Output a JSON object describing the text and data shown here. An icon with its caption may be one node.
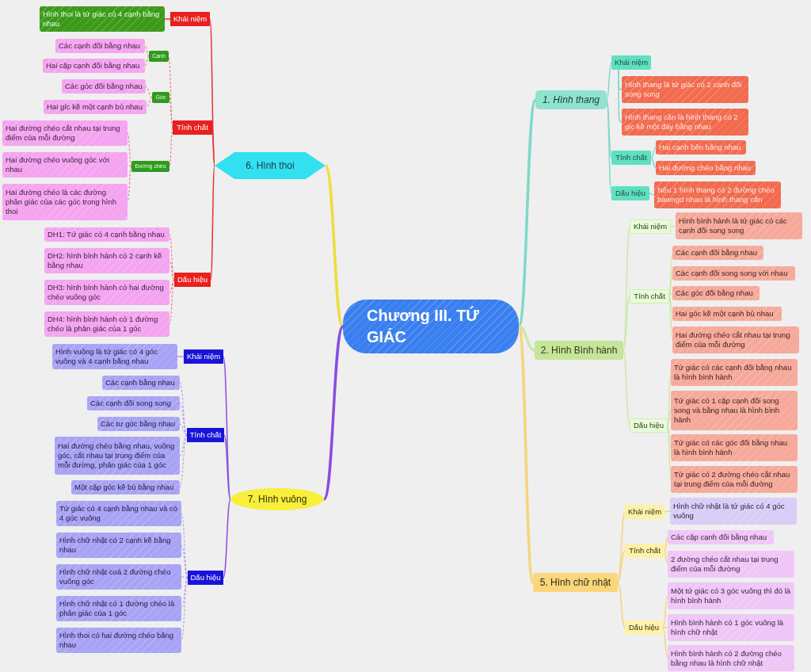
{
  "diagram": {
    "nodes": [
      {
        "text": [
          "Chương III. TỨ GIÁC"
        ]
      },
      {
        "text": [
          "1. Hình thang"
        ]
      },
      {
        "text": [
          "Khái niệm"
        ]
      },
      {
        "text": [
          "Hình thang là tứ giác có 2 canh đối song song"
        ]
      },
      {
        "text": [
          "Hình thang cân là hình thang có 2 gic kề một đáy bằng nhau"
        ]
      },
      {
        "text": [
          "Tính chất"
        ]
      },
      {
        "text": [
          "Hai cạnh bên bằng nhau"
        ]
      },
      {
        "text": [
          "Hai đường chéo bằng nhau"
        ]
      },
      {
        "text": [
          "Dấu hiệu"
        ]
      },
      {
        "text": [
          "Nếu 1 hình thang có 2 đường chéo bawngd nhau là hình thang cân"
        ]
      },
      {
        "text": [
          "2. Hình Bình hành"
        ]
      },
      {
        "text": [
          "Khái niệm"
        ]
      },
      {
        "text": [
          "Hình bình hành là tứ giác có các cạnh đối song song"
        ]
      },
      {
        "text": [
          "Tính chất"
        ]
      },
      {
        "text": [
          "Các cạnh đối bằng nhau"
        ]
      },
      {
        "text": [
          "Các cạnh đối song song với nhau"
        ]
      },
      {
        "text": [
          "Các góc đối bằng nhau"
        ]
      },
      {
        "text": [
          "Hai góc kề một cạnh bù nhau"
        ]
      },
      {
        "text": [
          "Hai đường chéo cắt nhau tại trung điểm của mỗi đường"
        ]
      },
      {
        "text": [
          "Dấu hiệu"
        ]
      },
      {
        "text": [
          "Tứ giác có các cạnh đối bằng nhau là hình bình hành"
        ]
      },
      {
        "text": [
          "Tứ giác có 1 cặp cạnh đối song song và bằng nhau là hình bình hành"
        ]
      },
      {
        "text": [
          "Tứ giác có các góc đối bằng nhau là hình bình hành"
        ]
      },
      {
        "text": [
          "Tứ giác có 2 đường chéo cắt nhau tại trung điểm của mỗi đường"
        ]
      },
      {
        "text": [
          "5. Hình chữ nhật"
        ]
      },
      {
        "text": [
          "Khái niệm"
        ]
      },
      {
        "text": [
          "Hình chữ nhật là tứ giác có 4 góc vuông"
        ]
      },
      {
        "text": [
          "Tính chất"
        ]
      },
      {
        "text": [
          "Các cặp cạnh đối bằng nhau"
        ]
      },
      {
        "text": [
          "2 đường chéo cắt nhau tại trung điểm của mỗi đường"
        ]
      },
      {
        "text": [
          "Dấu hiệu"
        ]
      },
      {
        "text": [
          "Một tứ giác có 3 góc vuông thì đó là hình bình hành"
        ]
      },
      {
        "text": [
          "Hình bình hành có 1 góc vuông là hình chữ nhật"
        ]
      },
      {
        "text": [
          "Hình bình hành có 2 đường chéo bằng nhau là hình chữ nhật"
        ]
      },
      {
        "text": [
          "6. Hình thoi"
        ]
      },
      {
        "text": [
          "Khái niệm"
        ]
      },
      {
        "text": [
          "Hình thoi là tứ giác có 4 cạnh bằng nhau"
        ]
      },
      {
        "text": [
          "Tính chất"
        ]
      },
      {
        "text": [
          "Cạnh"
        ]
      },
      {
        "text": [
          "Các cạnh đối bằng nhau"
        ]
      },
      {
        "text": [
          "Hai cặp cạnh đối bằng nhau"
        ]
      },
      {
        "text": [
          "Góc"
        ]
      },
      {
        "text": [
          "Các góc đối bằng nhau"
        ]
      },
      {
        "text": [
          "Hai gíc kề một cạnh bù nhau"
        ]
      },
      {
        "text": [
          "Đường chéo"
        ]
      },
      {
        "text": [
          "Hai đường chéo cắt nhau tại trung điểm của mỗi đường"
        ]
      },
      {
        "text": [
          "Hai đường chéo vuông góc với nhau"
        ]
      },
      {
        "text": [
          "Hai đường chéo là các đường phân giác của các góc trong hình thoi"
        ]
      },
      {
        "text": [
          "Dấu hiệu"
        ]
      },
      {
        "text": [
          "DH1: Tứ giác có 4 cạnh bằng nhau"
        ]
      },
      {
        "text": [
          "DH2: hình bình hành có 2 cạnh kề bằng nhau"
        ]
      },
      {
        "text": [
          "DH3: hình bình hành có hai đường chéo vuông góc"
        ]
      },
      {
        "text": [
          "DH4: hình bình hành có 1 đường chéo là phân giác của 1 góc"
        ]
      },
      {
        "text": [
          "7. Hình vuông"
        ]
      },
      {
        "text": [
          "Khái niệm"
        ]
      },
      {
        "text": [
          "Hình vuông là tứ giác có 4 góc vuông và 4 cạnh bằng nhau"
        ]
      },
      {
        "text": [
          "Tính chất"
        ]
      },
      {
        "text": [
          "Các cạnh bằng nhau"
        ]
      },
      {
        "text": [
          "Các cạnh đối song song"
        ]
      },
      {
        "text": [
          "Các tư góc bằng nhau"
        ]
      },
      {
        "text": [
          "Hai đường chéo bằng nhau, vuông góc, cắt nhau tại trung điểm của mỗi đường, phân giác của 1 góc"
        ]
      },
      {
        "text": [
          "Một cặp góc kề bù bằng nhau"
        ]
      },
      {
        "text": [
          "Dấu hiệu"
        ]
      },
      {
        "text": [
          "Tứ giác có 4 cạnh bằng nhau và có 4 góc vuông"
        ]
      },
      {
        "text": [
          "Hình chữ nhật có 2 cạnh kề bằng nhau"
        ]
      },
      {
        "text": [
          "Hình chữ nhật coá 2 đường chéo vuông góc"
        ]
      },
      {
        "text": [
          "Hình chữ nhật có 1 đường chéo là phân giác của 1 góc"
        ]
      },
      {
        "text": [
          "Hình thoi có hai đường chéo bằng nhau"
        ]
      }
    ],
    "edges": [
      {
        "from": 0,
        "to": 1,
        "arrow": "none",
        "style": "thick",
        "color": "#7fd9c7"
      },
      {
        "from": 1,
        "to": 2,
        "arrow": "none",
        "color": "#7fd9c7"
      },
      {
        "from": 2,
        "to": 3,
        "arrow": "none",
        "color": "#7fd9c7"
      },
      {
        "from": 2,
        "to": 4,
        "arrow": "none",
        "color": "#7fd9c7"
      },
      {
        "from": 1,
        "to": 5,
        "arrow": "none",
        "color": "#7fd9c7"
      },
      {
        "from": 5,
        "to": 6,
        "arrow": "none",
        "color": "#7fd9c7"
      },
      {
        "from": 5,
        "to": 7,
        "arrow": "none",
        "color": "#7fd9c7"
      },
      {
        "from": 1,
        "to": 8,
        "arrow": "none",
        "color": "#7fd9c7"
      },
      {
        "from": 8,
        "to": 9,
        "arrow": "none",
        "color": "#7fd9c7"
      },
      {
        "from": 0,
        "to": 10,
        "arrow": "none",
        "style": "thick",
        "color": "#cde8a8"
      },
      {
        "from": 10,
        "to": 11,
        "arrow": "none",
        "color": "#cde8a8"
      },
      {
        "from": 11,
        "to": 12,
        "arrow": "none",
        "color": "#cde8a8"
      },
      {
        "from": 10,
        "to": 13,
        "arrow": "none",
        "color": "#cde8a8"
      },
      {
        "from": 13,
        "to": 14,
        "arrow": "none",
        "color": "#cde8a8"
      },
      {
        "from": 13,
        "to": 15,
        "arrow": "none",
        "color": "#cde8a8"
      },
      {
        "from": 13,
        "to": 16,
        "arrow": "none",
        "color": "#cde8a8"
      },
      {
        "from": 13,
        "to": 17,
        "arrow": "none",
        "color": "#cde8a8"
      },
      {
        "from": 13,
        "to": 18,
        "arrow": "none",
        "color": "#cde8a8"
      },
      {
        "from": 10,
        "to": 19,
        "arrow": "none",
        "color": "#cde8a8"
      },
      {
        "from": 19,
        "to": 20,
        "arrow": "none",
        "color": "#cde8a8"
      },
      {
        "from": 19,
        "to": 21,
        "arrow": "none",
        "color": "#cde8a8"
      },
      {
        "from": 19,
        "to": 22,
        "arrow": "none",
        "color": "#cde8a8"
      },
      {
        "from": 19,
        "to": 23,
        "arrow": "none",
        "color": "#cde8a8"
      },
      {
        "from": 0,
        "to": 24,
        "arrow": "none",
        "style": "thick",
        "color": "#f5d57a"
      },
      {
        "from": 24,
        "to": 25,
        "arrow": "none",
        "color": "#f5d57a"
      },
      {
        "from": 25,
        "to": 26,
        "arrow": "none",
        "color": "#f5d57a"
      },
      {
        "from": 24,
        "to": 27,
        "arrow": "none",
        "color": "#f5d57a"
      },
      {
        "from": 27,
        "to": 28,
        "arrow": "none",
        "color": "#f5d57a"
      },
      {
        "from": 27,
        "to": 29,
        "arrow": "none",
        "color": "#f5d57a"
      },
      {
        "from": 24,
        "to": 30,
        "arrow": "none",
        "color": "#f5d57a"
      },
      {
        "from": 30,
        "to": 31,
        "arrow": "none",
        "color": "#f5d57a"
      },
      {
        "from": 30,
        "to": 32,
        "arrow": "none",
        "color": "#f5d57a"
      },
      {
        "from": 30,
        "to": 33,
        "arrow": "none",
        "color": "#f5d57a"
      },
      {
        "from": 0,
        "to": 34,
        "arrow": "none",
        "style": "thick",
        "color": "#f0dc3c"
      },
      {
        "from": 34,
        "to": 35,
        "arrow": "none",
        "color": "#e83030"
      },
      {
        "from": 35,
        "to": 36,
        "arrow": "none",
        "color": "#e83030"
      },
      {
        "from": 34,
        "to": 37,
        "arrow": "none",
        "color": "#e83030"
      },
      {
        "from": 37,
        "to": 38,
        "arrow": "none",
        "style": "dashed",
        "color": "#e87070"
      },
      {
        "from": 38,
        "to": 39,
        "arrow": "none",
        "style": "dashed",
        "color": "#e87070"
      },
      {
        "from": 38,
        "to": 40,
        "arrow": "none",
        "style": "dashed",
        "color": "#e87070"
      },
      {
        "from": 37,
        "to": 41,
        "arrow": "none",
        "style": "dashed",
        "color": "#e87070"
      },
      {
        "from": 41,
        "to": 42,
        "arrow": "none",
        "style": "dashed",
        "color": "#e87070"
      },
      {
        "from": 41,
        "to": 43,
        "arrow": "none",
        "style": "dashed",
        "color": "#e87070"
      },
      {
        "from": 37,
        "to": 44,
        "arrow": "none",
        "style": "dashed",
        "color": "#e87070"
      },
      {
        "from": 44,
        "to": 45,
        "arrow": "none",
        "style": "dashed",
        "color": "#e87070"
      },
      {
        "from": 44,
        "to": 46,
        "arrow": "none",
        "style": "dashed",
        "color": "#e87070"
      },
      {
        "from": 44,
        "to": 47,
        "arrow": "none",
        "style": "dashed",
        "color": "#e87070"
      },
      {
        "from": 34,
        "to": 48,
        "arrow": "none",
        "color": "#e83030"
      },
      {
        "from": 48,
        "to": 49,
        "arrow": "none",
        "style": "dashed",
        "color": "#e87070"
      },
      {
        "from": 48,
        "to": 50,
        "arrow": "none",
        "style": "dashed",
        "color": "#e87070"
      },
      {
        "from": 48,
        "to": 51,
        "arrow": "none",
        "style": "dashed",
        "color": "#e87070"
      },
      {
        "from": 48,
        "to": 52,
        "arrow": "none",
        "style": "dashed",
        "color": "#e87070"
      },
      {
        "from": 0,
        "to": 53,
        "arrow": "none",
        "style": "thick",
        "color": "#8a4de0"
      },
      {
        "from": 53,
        "to": 54,
        "arrow": "none",
        "color": "#8a4de0"
      },
      {
        "from": 54,
        "to": 55,
        "arrow": "none",
        "color": "#a89be8"
      },
      {
        "from": 53,
        "to": 56,
        "arrow": "none",
        "color": "#8a4de0"
      },
      {
        "from": 56,
        "to": 57,
        "arrow": "none",
        "style": "dashed",
        "color": "#a89be8"
      },
      {
        "from": 56,
        "to": 58,
        "arrow": "none",
        "style": "dashed",
        "color": "#a89be8"
      },
      {
        "from": 56,
        "to": 59,
        "arrow": "none",
        "style": "dashed",
        "color": "#a89be8"
      },
      {
        "from": 56,
        "to": 60,
        "arrow": "none",
        "style": "dashed",
        "color": "#a89be8"
      },
      {
        "from": 56,
        "to": 61,
        "arrow": "none",
        "style": "dashed",
        "color": "#a89be8"
      },
      {
        "from": 53,
        "to": 62,
        "arrow": "none",
        "color": "#8a4de0"
      },
      {
        "from": 62,
        "to": 63,
        "arrow": "none",
        "style": "dashed",
        "color": "#a89be8"
      },
      {
        "from": 62,
        "to": 64,
        "arrow": "none",
        "style": "dashed",
        "color": "#a89be8"
      },
      {
        "from": 62,
        "to": 65,
        "arrow": "none",
        "style": "dashed",
        "color": "#a89be8"
      },
      {
        "from": 62,
        "to": 66,
        "arrow": "none",
        "style": "dashed",
        "color": "#a89be8"
      },
      {
        "from": 62,
        "to": 67,
        "arrow": "none",
        "style": "dashed",
        "color": "#a89be8"
      }
    ]
  }
}
